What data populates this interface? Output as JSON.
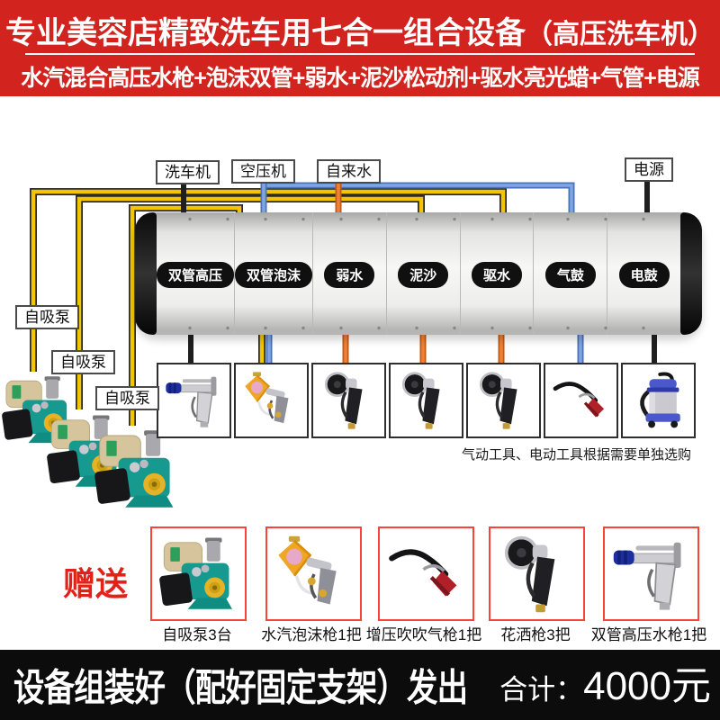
{
  "header": {
    "bg_color": "#d2231e",
    "title_main": "专业美容店精致洗车用七合一组合设备",
    "title_suffix": "（高压洗车机）",
    "subtitle": "水汽混合高压水枪+泡沫双管+弱水+泥沙松动剂+驱水亮光蜡+气管+电源"
  },
  "diagram": {
    "sources": [
      {
        "label": "洗车机",
        "wire_color": "#1f1f1f"
      },
      {
        "label": "空压机",
        "wire_color": "#5b8ad6"
      },
      {
        "label": "自来水",
        "wire_color": "#e8762c"
      },
      {
        "label": "电源",
        "wire_color": "#1f1f1f"
      }
    ],
    "pump_labels": [
      {
        "label": "自吸泵"
      },
      {
        "label": "自吸泵"
      },
      {
        "label": "自吸泵"
      }
    ],
    "machine": {
      "sections": [
        {
          "label": "双管高压"
        },
        {
          "label": "双管泡沫"
        },
        {
          "label": "弱水"
        },
        {
          "label": "泥沙"
        },
        {
          "label": "驱水"
        },
        {
          "label": "气鼓"
        },
        {
          "label": "电鼓"
        }
      ]
    },
    "tool_slots": [
      {
        "icon": "hp-gun-icon"
      },
      {
        "icon": "foam-gun-icon"
      },
      {
        "icon": "spray-gun-icon"
      },
      {
        "icon": "spray-gun-icon"
      },
      {
        "icon": "spray-gun-icon"
      },
      {
        "icon": "air-gun-icon"
      },
      {
        "icon": "vacuum-icon"
      }
    ],
    "note": "气动工具、电动工具根据需要单独选购",
    "wire_colors": {
      "yellow": "#f2c500",
      "blue": "#5b8ad6",
      "orange": "#e8762c",
      "black": "#1f1f1f"
    }
  },
  "gifts": {
    "heading": "赠送",
    "heading_color": "#e32119",
    "border_color": "#f94438",
    "items": [
      {
        "label": "自吸泵3台",
        "icon": "pump-icon"
      },
      {
        "label": "水汽泡沫枪1把",
        "icon": "foam-gun-icon"
      },
      {
        "label": "增压吹吹气枪1把",
        "icon": "air-gun-icon"
      },
      {
        "label": "花洒枪3把",
        "icon": "spray-gun-icon"
      },
      {
        "label": "双管高压水枪1把",
        "icon": "hp-gun-icon"
      }
    ]
  },
  "footer": {
    "bg_color": "#0c0c0c",
    "left_text": "设备组装好（配好固定支架）发出",
    "total_label": "合计：",
    "total_value": "4000元"
  }
}
